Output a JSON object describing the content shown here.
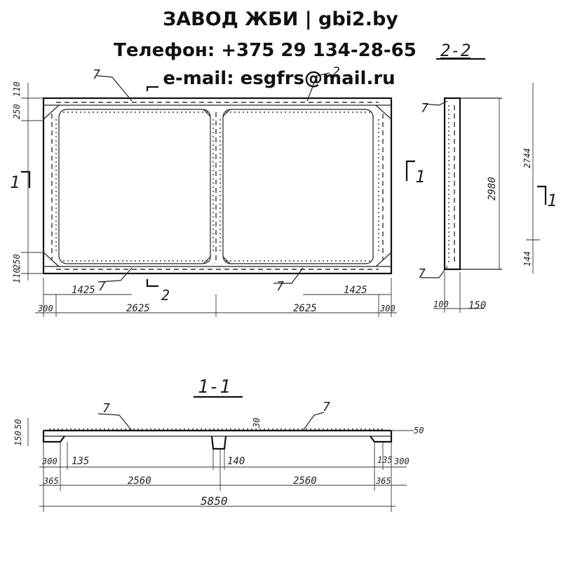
{
  "header": {
    "line1": "ЗАВОД ЖБИ | gbi2.by",
    "line2": "Телефон: +375 29 134-28-65",
    "line3": "e-mail: esgfrs@mail.ru"
  },
  "labels": {
    "section_2_2": "2-2",
    "section_1_1": "1-1",
    "section_mark_1": "1",
    "section_mark_2": "2",
    "rebar_mark": "7",
    "rebar_mark_2": "2"
  },
  "dims_plan": {
    "left_top": "110",
    "left_250_top": "250",
    "left_250_bot": "250",
    "left_110_bot": "110",
    "offset_1425_left": "1425",
    "offset_1425_right": "1425",
    "bay_left": "2625",
    "bay_right": "2625",
    "edge_left": "300",
    "edge_right": "300"
  },
  "dims_side": {
    "height": "2980",
    "height_top": "2744",
    "height_bot": "144",
    "bottom_left": "100",
    "bottom_right": "150"
  },
  "dims_section": {
    "left_150": "150",
    "left_50": "50",
    "right_50": "50",
    "mid_30": "30",
    "d300_left": "300",
    "d135_left": "135",
    "d140_mid": "140",
    "d135_right": "135",
    "d300_right": "300",
    "d365_left": "365",
    "d2560": "2560",
    "d2560b": "2560",
    "d365_right": "365",
    "total": "5850"
  }
}
